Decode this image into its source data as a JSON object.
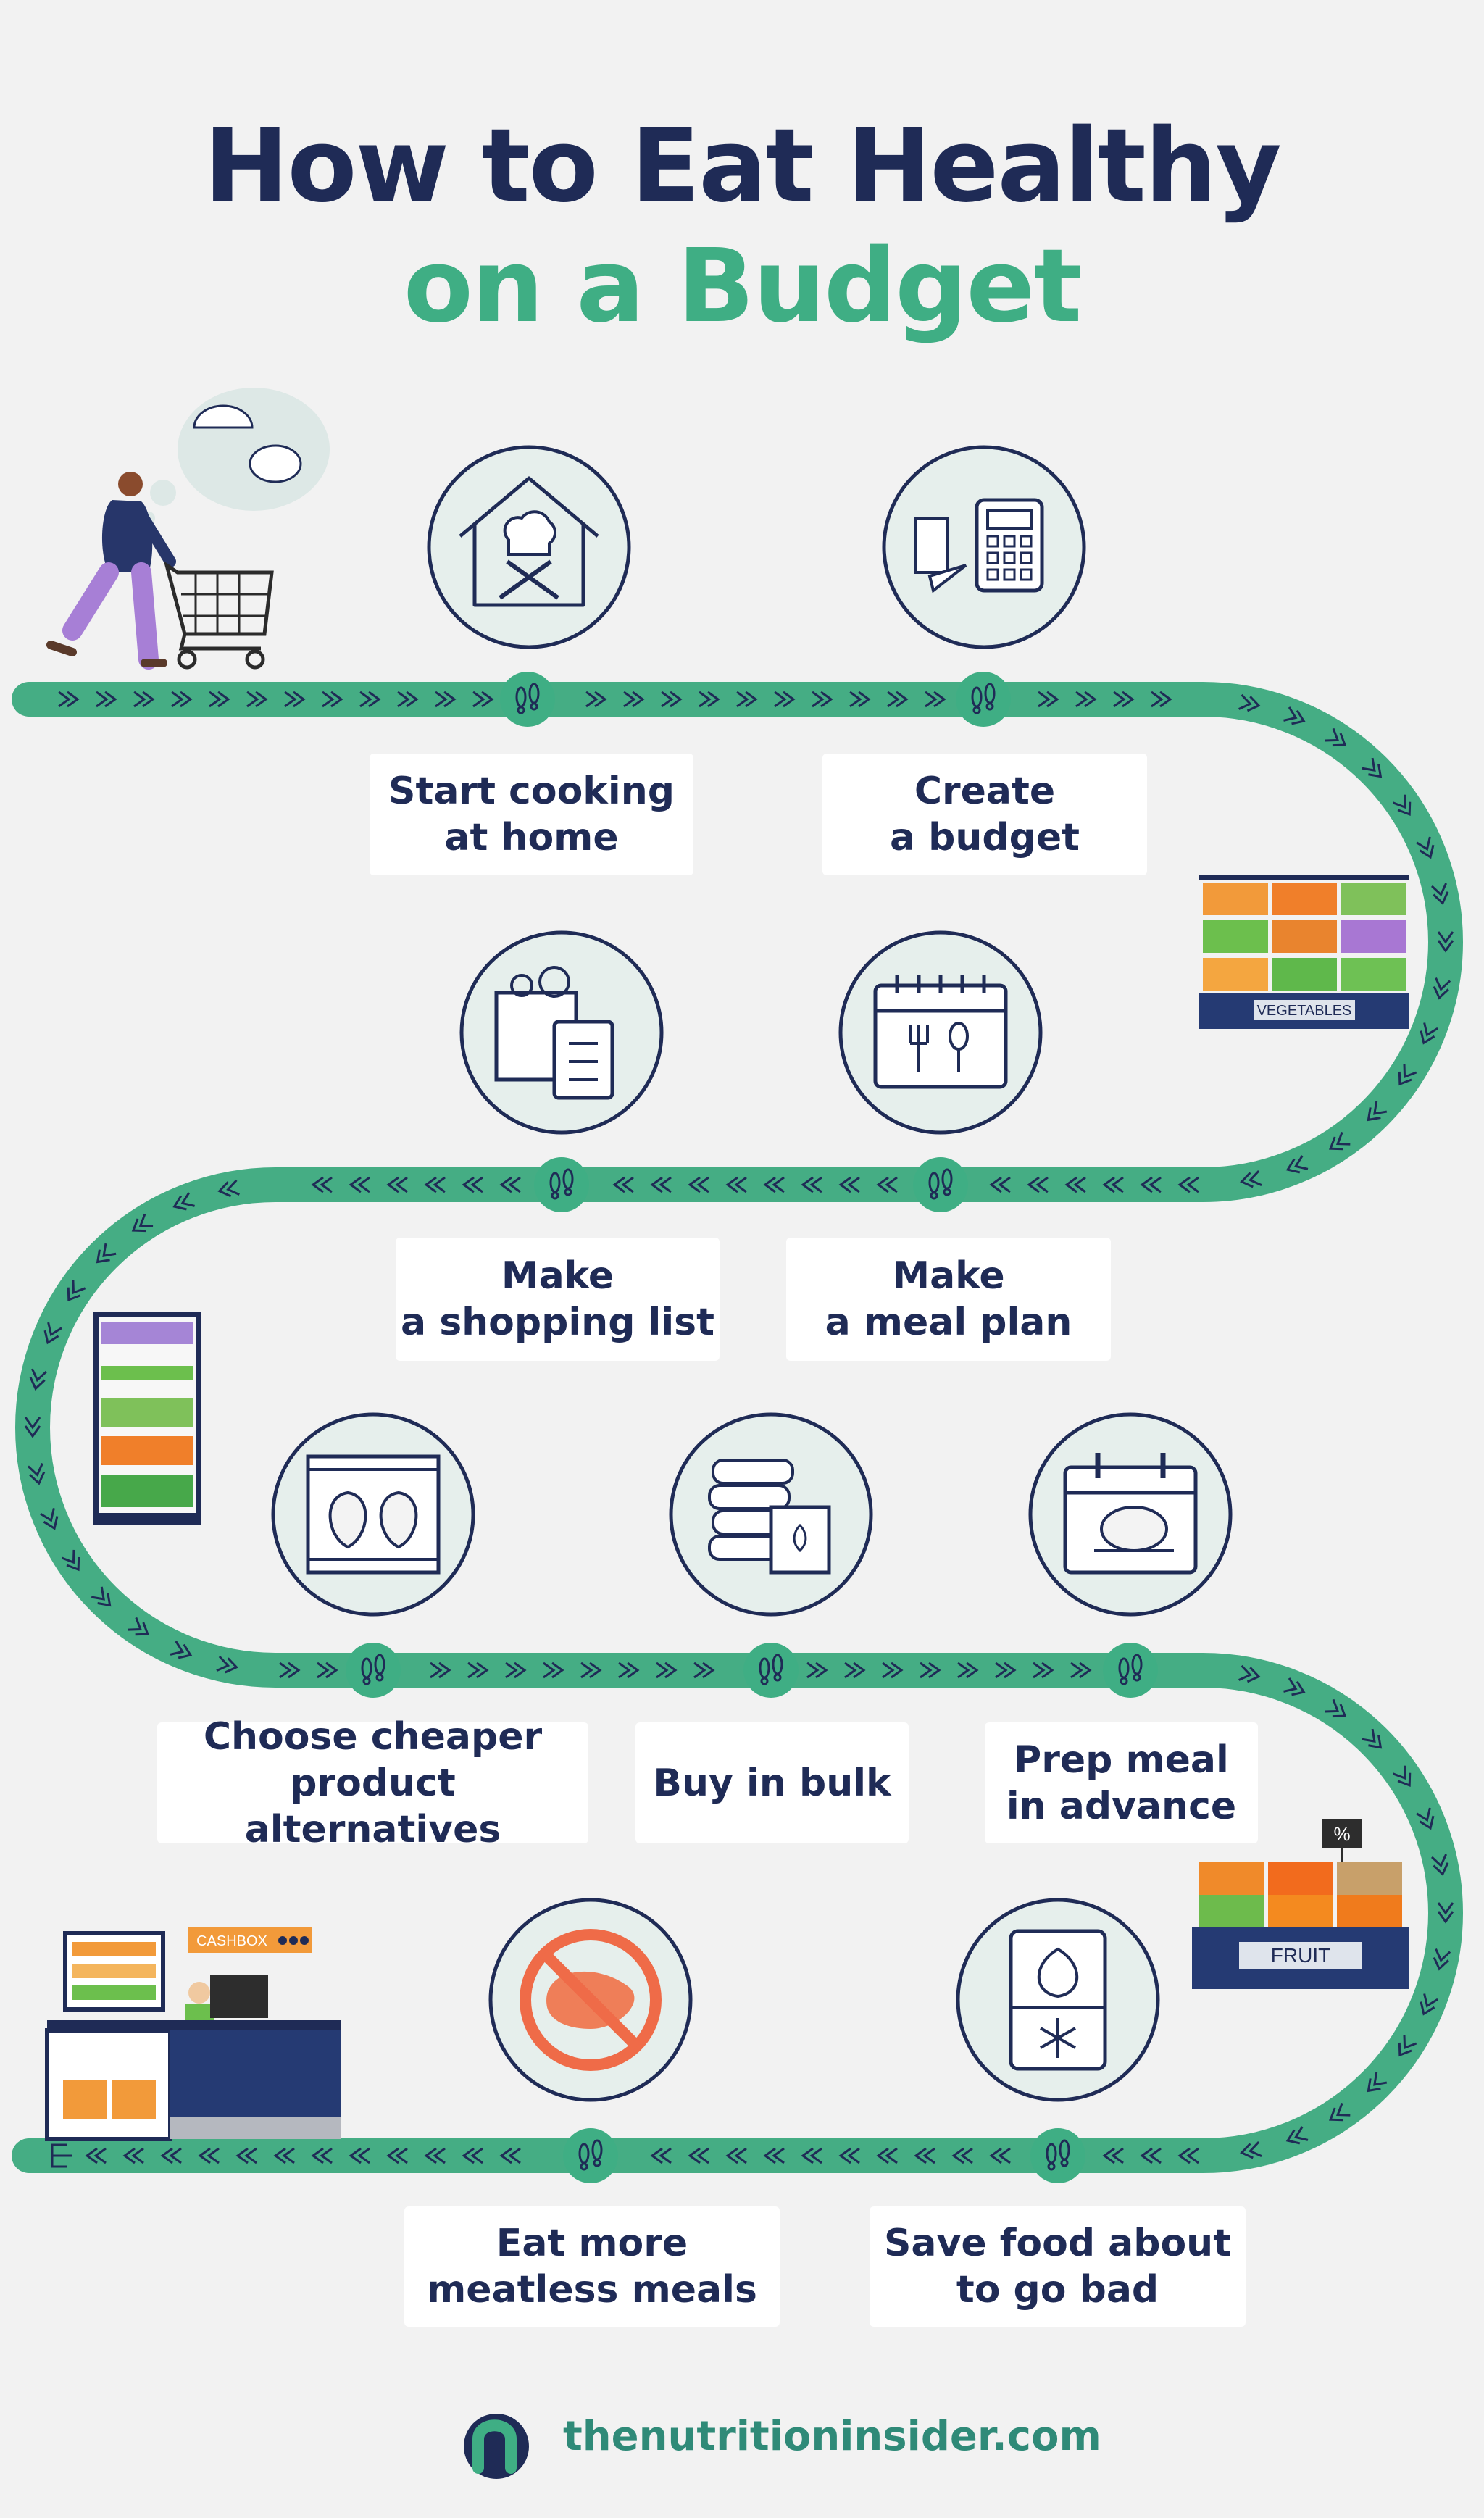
{
  "header": {
    "line1": "How to Eat Healthy",
    "line2": "on a Budget"
  },
  "steps": [
    {
      "label": "Start cooking\nat home",
      "icon": "chef-house-icon"
    },
    {
      "label": "Create\na budget",
      "icon": "calculator-groceries-icon"
    },
    {
      "label": "Make\na shopping list",
      "icon": "grocery-bag-list-icon"
    },
    {
      "label": "Make\na meal plan",
      "icon": "calendar-cutlery-icon"
    },
    {
      "label": "Choose cheaper\nproduct alternatives",
      "icon": "strawberry-display-icon"
    },
    {
      "label": "Buy in bulk",
      "icon": "bulk-bags-icon"
    },
    {
      "label": "Prep meal\nin advance",
      "icon": "calendar-roast-chicken-icon"
    },
    {
      "label": "Eat more\nmeatless meals",
      "icon": "no-meat-icon"
    },
    {
      "label": "Save food about\nto go bad",
      "icon": "frozen-fish-icon"
    }
  ],
  "store": {
    "vegetables_sign": "VEGETABLES",
    "fruit_sign": "FRUIT",
    "cashbox_sign": "CASHBOX",
    "price_tag": "%"
  },
  "footer": {
    "site": "thenutritioninsider.com"
  },
  "colors": {
    "navy": "#1f2b56",
    "green": "#3fae84",
    "icon_bg": "#e6efec",
    "background": "#f2f2f2"
  }
}
